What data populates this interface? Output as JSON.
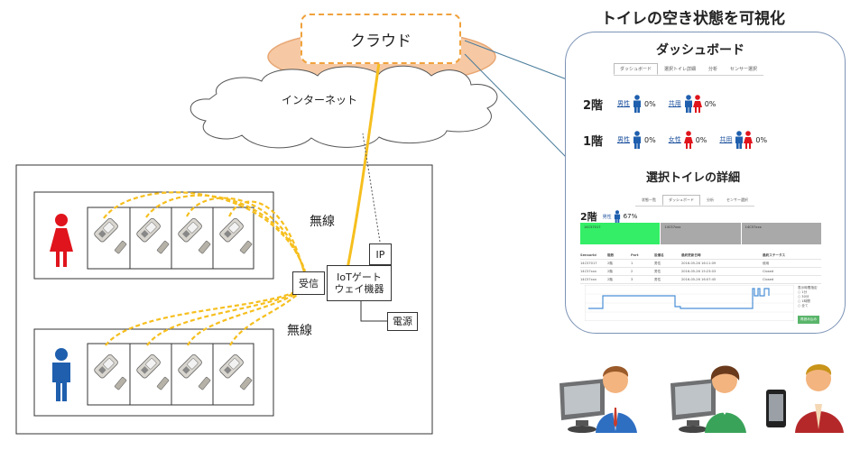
{
  "title": "トイレの空き状態を可視化",
  "cloud_label": "クラウド",
  "internet_label": "インターネット",
  "wireless_label_top": "無線",
  "wireless_label_bottom": "無線",
  "receiver_label": "受信",
  "gateway_label": "IoTゲート\nウェイ機器",
  "ip_label": "IP",
  "power_label": "電源",
  "dashboard": {
    "heading": "ダッシュボード",
    "tabs": [
      {
        "label": "ダッシュボード",
        "active": true
      },
      {
        "label": "選択トイレ詳細",
        "active": false
      },
      {
        "label": "分析",
        "active": false
      },
      {
        "label": "センサー選択",
        "active": false
      }
    ],
    "floors": [
      {
        "name": "2階",
        "groups": [
          {
            "label": "男性",
            "icons": [
              "male"
            ],
            "percent": "0%"
          },
          {
            "label": "共用",
            "icons": [
              "male",
              "female"
            ],
            "percent": "0%"
          }
        ]
      },
      {
        "name": "1階",
        "groups": [
          {
            "label": "男性",
            "icons": [
              "male"
            ],
            "percent": "0%"
          },
          {
            "label": "女性",
            "icons": [
              "female"
            ],
            "percent": "0%"
          },
          {
            "label": "共用",
            "icons": [
              "male",
              "female"
            ],
            "percent": "0%"
          }
        ]
      }
    ]
  },
  "detail": {
    "heading": "選択トイレの詳細",
    "tabs": [
      {
        "label": "状態一覧",
        "active": false
      },
      {
        "label": "ダッシュボード",
        "active": true
      },
      {
        "label": "分析",
        "active": false
      },
      {
        "label": "センサー選択",
        "active": false
      }
    ],
    "floor": "2階",
    "group_label": "男性",
    "percent": "67%",
    "stalls": [
      "14C57017",
      "14C57xxx",
      "14C57xxx"
    ],
    "stall_colors": [
      "#33ee66",
      "#a9a9a9",
      "#a9a9a9"
    ],
    "table_headers": [
      "SensorId",
      "階数",
      "Part",
      "設備名",
      "最終更新日時",
      "最終ステータス"
    ],
    "table_rows": [
      [
        "14C57017",
        "2階",
        "1",
        "男性",
        "2016-05-26 16:11:09",
        "使用"
      ],
      [
        "14C57xxx",
        "2階",
        "2",
        "男性",
        "2016-05-26 15:23:03",
        "Closed"
      ],
      [
        "14C57xxx",
        "2階",
        "3",
        "男性",
        "2016-05-26 16:07:45",
        "Closed"
      ]
    ],
    "legend_title": "表示時間指定",
    "legend_options": [
      "1分",
      "30分",
      "1時間",
      "全て"
    ],
    "button_label": "再読み込み"
  },
  "colors": {
    "yellow": "#f6bf1e",
    "male": "#1f5fae",
    "female": "#e0141c",
    "cloud_fill": "#f6c9a4",
    "panel_border": "#7c93b6"
  }
}
